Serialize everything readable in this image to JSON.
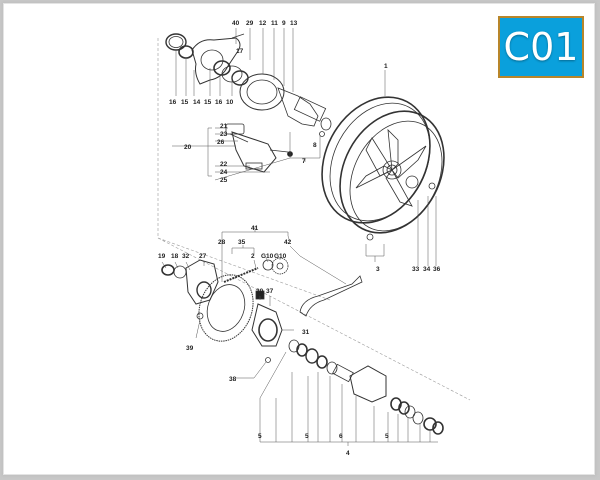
{
  "badge": {
    "code": "C01",
    "background": "#0aa0dc",
    "border": "#b8862a"
  },
  "diagram": {
    "subject": "Rear wheel exploded parts diagram",
    "callouts": {
      "top_row": [
        "40",
        "29",
        "12",
        "11",
        "9",
        "13"
      ],
      "c17": "17",
      "bottom_row_disc": [
        "16",
        "15",
        "14",
        "15",
        "16",
        "10"
      ],
      "caliper_group": [
        "21",
        "23",
        "26",
        "20",
        "22",
        "24",
        "25"
      ],
      "hub": [
        "8",
        "7"
      ],
      "wheel": [
        "1",
        "3",
        "33",
        "34",
        "36"
      ],
      "sprocket_group": [
        "41",
        "28",
        "35",
        "2",
        "G10",
        "G10",
        "42"
      ],
      "sprocket_left": [
        "19",
        "18",
        "32",
        "27"
      ],
      "middle": [
        "30",
        "37",
        "31",
        "39",
        "38"
      ],
      "axle_row": [
        "5",
        "5",
        "6",
        "5"
      ],
      "axle_total": "4"
    }
  }
}
